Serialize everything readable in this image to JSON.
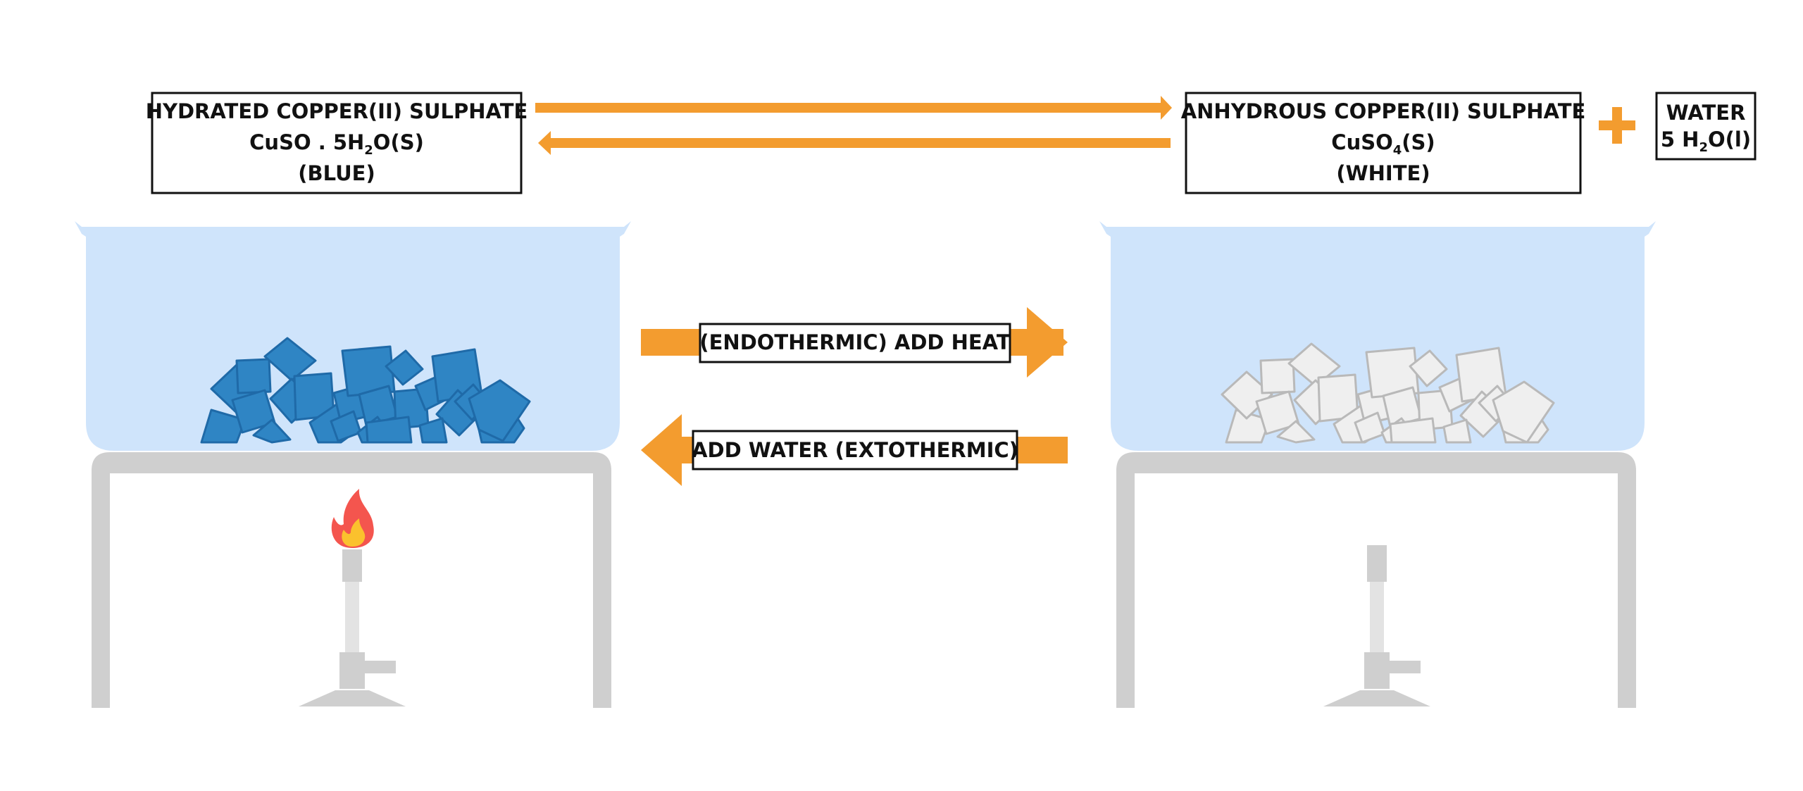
{
  "hydrated_box": {
    "line1": "HYDRATED COPPER(II) SULPHATE",
    "line2_main": "CuSO . 5H",
    "line2_sub": "2",
    "line2_end": "O(S)",
    "line3": "(BLUE)"
  },
  "anhydrous_box": {
    "line1": "ANHYDROUS COPPER(II) SULPHATE",
    "line2_main": "CuSO",
    "line2_sub": "4",
    "line2_end": "(S)",
    "line3": "(WHITE)"
  },
  "plus_sign": "+",
  "water_box": {
    "line1": "WATER",
    "line2_main": "5 H",
    "line2_sub": "2",
    "line2_end": "O(l)"
  },
  "heat_label": "(ENDOTHERMIC) ADD HEAT",
  "water_label": "ADD WATER (EXTOTHERMIC)",
  "colors": {
    "arrow": "#f39c2f",
    "dish": "#cfe4fb",
    "blue_crystal_fill": "#2f85c4",
    "blue_crystal_stroke": "#1f6aa8",
    "white_crystal_fill": "#efefef",
    "white_crystal_stroke": "#b9b9b9",
    "stand": "#cfcfcf",
    "flame_outer": "#f4554e",
    "flame_inner": "#fbc12d"
  },
  "icons": [
    "flame-icon",
    "bunsen-burner-icon",
    "tripod-stand-icon",
    "evaporating-dish-icon"
  ]
}
